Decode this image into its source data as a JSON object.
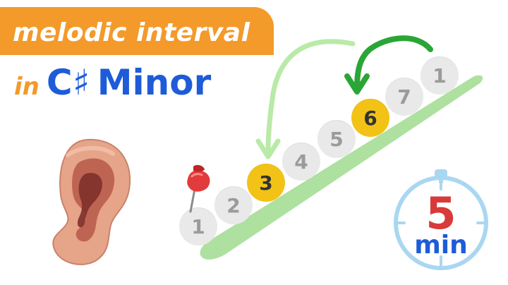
{
  "banner": {
    "text": "melodic interval"
  },
  "title": {
    "prefix": "in",
    "key": "C♯",
    "mode": "Minor"
  },
  "scale": {
    "degrees": [
      "1",
      "2",
      "3",
      "4",
      "5",
      "6",
      "7",
      "1"
    ],
    "highlighted": [
      "3",
      "6"
    ]
  },
  "timer": {
    "value": "5",
    "unit": "min"
  },
  "colors": {
    "orange": "#f39a2a",
    "blue": "#1e5bd8",
    "yellow": "#f2c316",
    "green_dark": "#2aa636",
    "green_light": "#b9eaa8",
    "red": "#d83a3a",
    "timer_ring": "#a9d7f2"
  },
  "icons": [
    "ear-icon",
    "pushpin-icon",
    "stopwatch-icon",
    "curved-arrow-icon"
  ]
}
